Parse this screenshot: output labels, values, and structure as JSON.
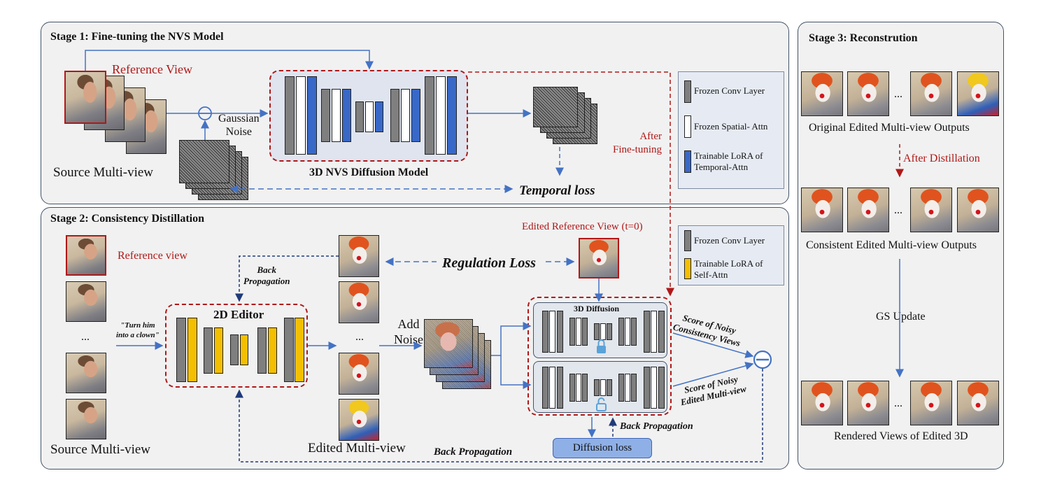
{
  "stage1": {
    "title": "Stage 1: Fine-tuning the NVS Model",
    "reference_view": "Reference View",
    "source_label": "Source Multi-view",
    "gaussian_noise": "Gaussian\nNoise",
    "model_label": "3D NVS Diffusion Model",
    "temporal_loss": "Temporal loss",
    "after_finetuning": "After\nFine-tuning"
  },
  "legend1": {
    "items": [
      {
        "label": "Frozen Conv Layer",
        "color": "#7f7f7f"
      },
      {
        "label": "Frozen Spatial- Attn",
        "color": "#ffffff"
      },
      {
        "label": "Trainable LoRA of\nTemporal-Attn",
        "color": "#3868c8"
      }
    ]
  },
  "stage2": {
    "title": "Stage 2: Consistency Distillation",
    "reference_view": "Reference view",
    "ellipsis": "...",
    "prompt": "\"Turn him\ninto a clown\"",
    "editor_label": "2D Editor",
    "back_prop_top": "Back\nPropagation",
    "regulation_loss": "Regulation Loss",
    "edited_ref": "Edited Reference View (t=0)",
    "add_noise": "Add\nNoise",
    "diffusion_label": "3D Diffusion",
    "score_consistency": "Score of Noisy\nConsistency Views",
    "score_edited": "Score of Noisy\nEdited Multi-view",
    "back_prop_right": "Back Propagation",
    "diffusion_loss": "Diffusion loss",
    "back_prop_bottom": "Back Propagation",
    "source_label": "Source Multi-view",
    "edited_label": "Edited Multi-view"
  },
  "legend2": {
    "items": [
      {
        "label": "Frozen Conv Layer",
        "color": "#7f7f7f"
      },
      {
        "label": "Trainable LoRA of\nSelf-Attn",
        "color": "#f4bf00"
      }
    ]
  },
  "stage3": {
    "title": "Stage 3: Reconstrution",
    "original": "Original Edited Multi-view Outputs",
    "after_distillation": "After Distillation",
    "consistent": "Consistent Edited Multi-view Outputs",
    "gs_update": "GS Update",
    "rendered": "Rendered Views of Edited 3D",
    "ellipsis": "..."
  }
}
